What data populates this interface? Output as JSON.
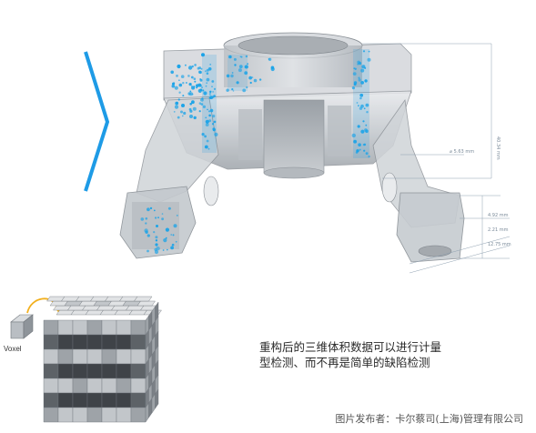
{
  "caption": {
    "line1": "重构后的三维体积数据可以进行计量",
    "line2": "型检测、而不再是简单的缺陷检测"
  },
  "voxel_label": "Voxel",
  "credit": "图片发布者：卡尔蔡司(上海)管理有限公司",
  "dimensions": {
    "diameter": "⌀ 5.63 mm",
    "height": "40.34 mm",
    "small_1": "4.92 mm",
    "small_2": "2.21 mm",
    "small_3": "12.75 mm"
  },
  "colors": {
    "accent_blue": "#1e9be6",
    "defect_blue": "#1aa3e8",
    "part_gray": "#c9cdd2",
    "part_dark": "#8b9096"
  },
  "icons": {
    "chevron": "chevron-right-icon",
    "voxel_cube": "voxel-cube-icon",
    "arrow": "curved-arrow-icon"
  }
}
